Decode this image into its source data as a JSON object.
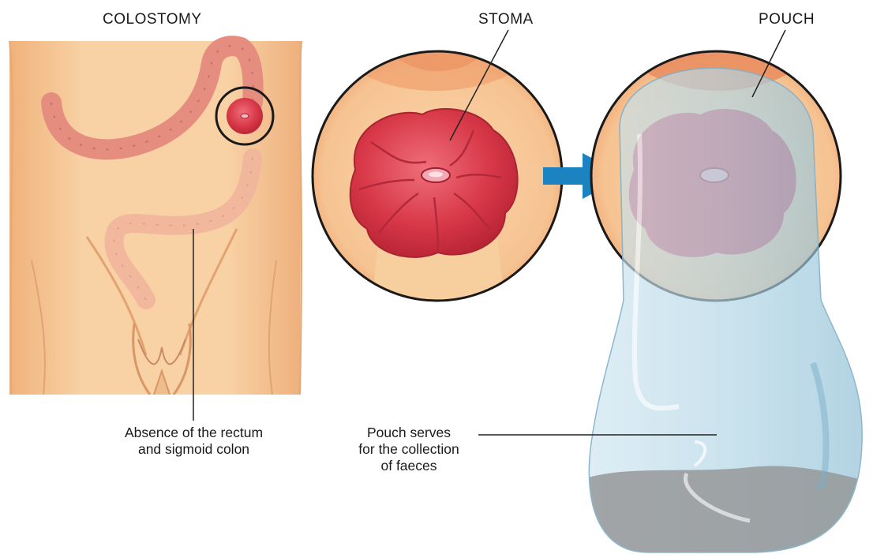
{
  "titles": {
    "colostomy": "COLOSTOMY",
    "stoma": "STOMA",
    "pouch": "POUCH"
  },
  "captions": {
    "rectum_line1": "Absence of the rectum",
    "rectum_line2": "and sigmoid colon",
    "pouch_line1": "Pouch serves",
    "pouch_line2": "for the collection",
    "pouch_line3": "of faeces"
  },
  "colors": {
    "skin": "#f6c99a",
    "skin_shadow": "#e9a875",
    "colon": "#e58e80",
    "stoma_red": "#d93b4a",
    "arrow_blue": "#1b83bf",
    "pouch_blue": "#a9cfe0",
    "faeces_grey": "#8b8d8e",
    "outline": "#222222"
  }
}
